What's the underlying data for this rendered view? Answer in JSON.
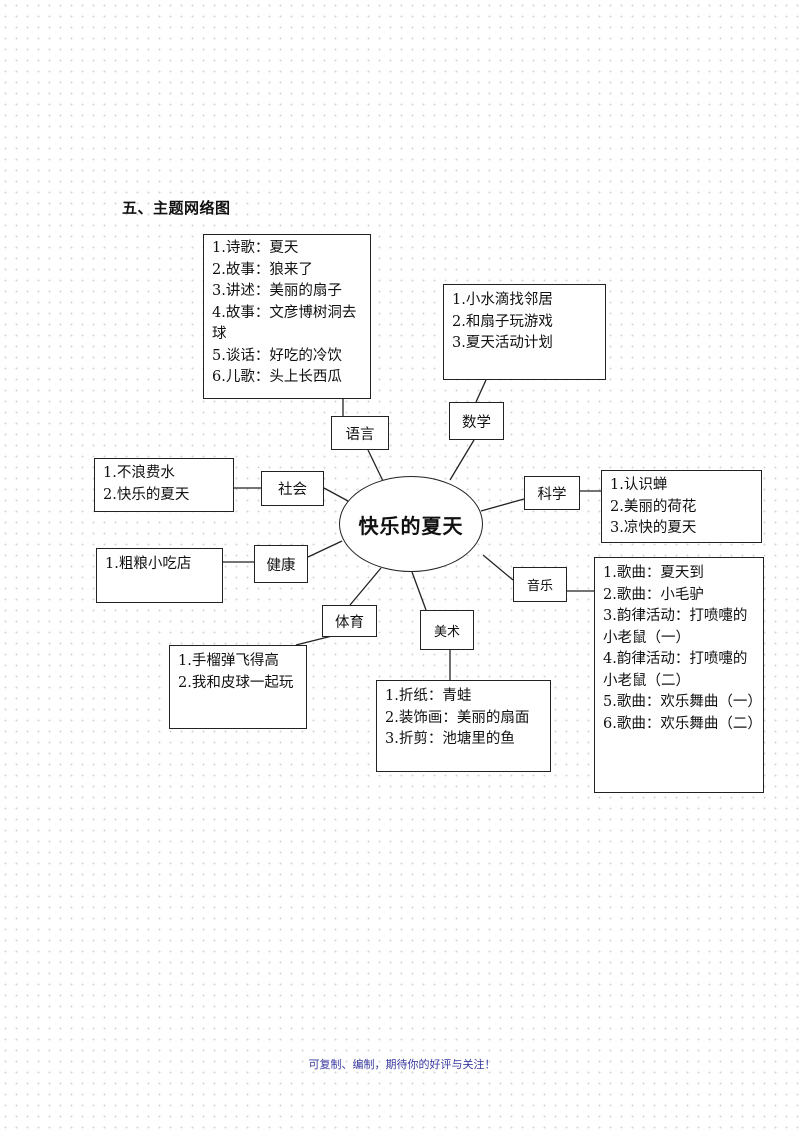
{
  "heading": "五、主题网络图",
  "center": "快乐的夏天",
  "footer": "可复制、编制，期待你的好评与关注！",
  "branches": {
    "yuyan": {
      "label": "语言",
      "items": [
        "1.诗歌：夏天",
        "2.故事：狼来了",
        "3.讲述：美丽的扇子",
        "4.故事：文彦博树洞去球",
        "5.谈话：好吃的冷饮",
        "6.儿歌：头上长西瓜"
      ]
    },
    "shuxue": {
      "label": "数学",
      "items": [
        "1.小水滴找邻居",
        "2.和扇子玩游戏",
        "3.夏天活动计划"
      ]
    },
    "shehui": {
      "label": "社会",
      "items": [
        "1.不浪费水",
        "2.快乐的夏天"
      ]
    },
    "kexue": {
      "label": "科学",
      "items": [
        "1.认识蝉",
        "2.美丽的荷花",
        "3.凉快的夏天"
      ]
    },
    "jiankang": {
      "label": "健康",
      "items": [
        "1.粗粮小吃店"
      ]
    },
    "yinyue": {
      "label": "音乐",
      "items": [
        "1.歌曲：夏天到",
        "2.歌曲：小毛驴",
        "3.韵律活动：打喷嚏的小老鼠（一）",
        "4.韵律活动：打喷嚏的小老鼠（二）",
        "5.歌曲：欢乐舞曲（一）",
        "6.歌曲：欢乐舞曲（二）"
      ]
    },
    "tiyu": {
      "label": "体育",
      "items": [
        "1.手榴弹飞得高",
        "2.我和皮球一起玩"
      ]
    },
    "meishu": {
      "label": "美术",
      "items": [
        "1.折纸：青蛙",
        "2.装饰画：美丽的扇面",
        "3.折剪：池塘里的鱼"
      ]
    }
  }
}
